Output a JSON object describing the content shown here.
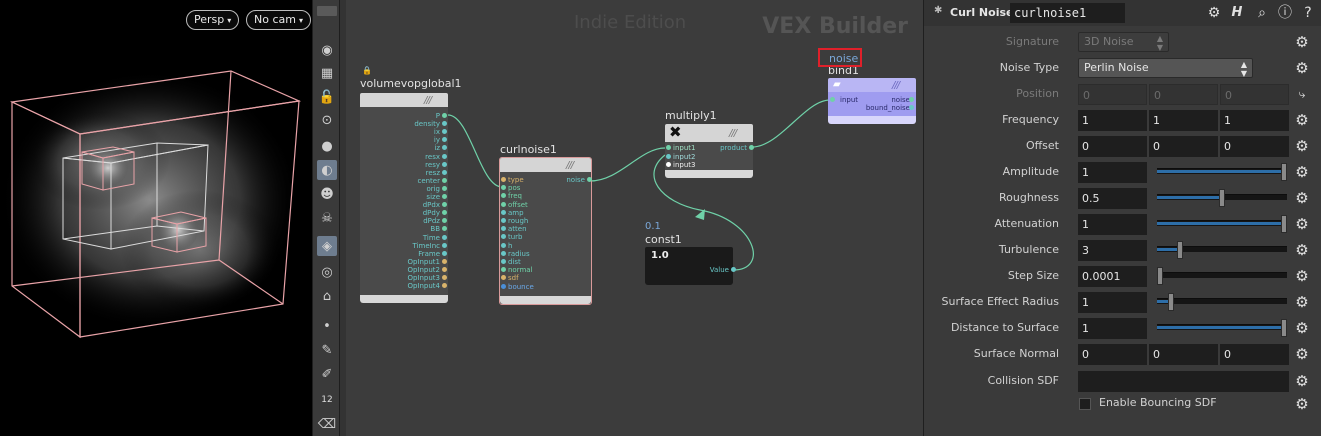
{
  "viewport": {
    "view_menu": "Persp",
    "cam_menu": "No cam"
  },
  "toolbar": {
    "snap_label": "12"
  },
  "network": {
    "edition_watermark": "Indie Edition",
    "context_watermark": "VEX Builder",
    "nodes": {
      "volumevopglobal": {
        "name": "volumevopglobal1",
        "outputs": [
          "P",
          "density",
          "ix",
          "iy",
          "iz",
          "resx",
          "resy",
          "resz",
          "center",
          "orig",
          "size",
          "dPdx",
          "dPdy",
          "dPdz",
          "BB",
          "Time",
          "TimeInc",
          "Frame",
          "OpInput1",
          "OpInput2",
          "OpInput3",
          "OpInput4"
        ]
      },
      "curlnoise": {
        "name": "curlnoise1",
        "inputs": [
          "type",
          "pos",
          "freq",
          "offset",
          "amp",
          "rough",
          "atten",
          "turb",
          "h",
          "radius",
          "dist",
          "normal",
          "sdf",
          "bounce"
        ],
        "output": "noise"
      },
      "multiply": {
        "name": "multiply1",
        "inputs": [
          "input1",
          "input2",
          "input3"
        ],
        "output": "product"
      },
      "const": {
        "name": "const1",
        "badge": "0.1",
        "value_display": "1.0",
        "output": "Value"
      },
      "bind": {
        "name": "bind1",
        "tag": "noise",
        "input": "input",
        "outputs": [
          "noise",
          "bound_noise"
        ]
      }
    },
    "colors": {
      "wire": "#6fd1a8",
      "selected_border": "#d99a9a",
      "bind_color": "#9f9cf0",
      "highlight_box": "#e0202a"
    }
  },
  "params": {
    "header": {
      "op_type": "Curl Noise",
      "node_name": "curlnoise1"
    },
    "rows": {
      "signature": {
        "label": "Signature",
        "value": "3D Noise"
      },
      "noise_type": {
        "label": "Noise Type",
        "value": "Perlin Noise"
      },
      "position": {
        "label": "Position",
        "values": [
          "0",
          "0",
          "0"
        ]
      },
      "frequency": {
        "label": "Frequency",
        "values": [
          "1",
          "1",
          "1"
        ]
      },
      "offset": {
        "label": "Offset",
        "values": [
          "0",
          "0",
          "0"
        ]
      },
      "amplitude": {
        "label": "Amplitude",
        "value": "1",
        "slider_fraction": 1.0
      },
      "roughness": {
        "label": "Roughness",
        "value": "0.5",
        "slider_fraction": 0.5
      },
      "attenuation": {
        "label": "Attenuation",
        "value": "1",
        "slider_fraction": 1.0
      },
      "turbulence": {
        "label": "Turbulence",
        "value": "3",
        "slider_fraction": 0.16
      },
      "step_size": {
        "label": "Step Size",
        "value": "0.0001",
        "slider_fraction": 0.0
      },
      "surface_effect_radius": {
        "label": "Surface Effect Radius",
        "value": "1",
        "slider_fraction": 0.09
      },
      "distance_to_surface": {
        "label": "Distance to Surface",
        "value": "1",
        "slider_fraction": 1.0
      },
      "surface_normal": {
        "label": "Surface Normal",
        "values": [
          "0",
          "0",
          "0"
        ]
      },
      "collision_sdf": {
        "label": "Collision SDF",
        "value": ""
      },
      "enable_bouncing": {
        "label": "Enable Bouncing SDF",
        "checked": false
      }
    }
  }
}
